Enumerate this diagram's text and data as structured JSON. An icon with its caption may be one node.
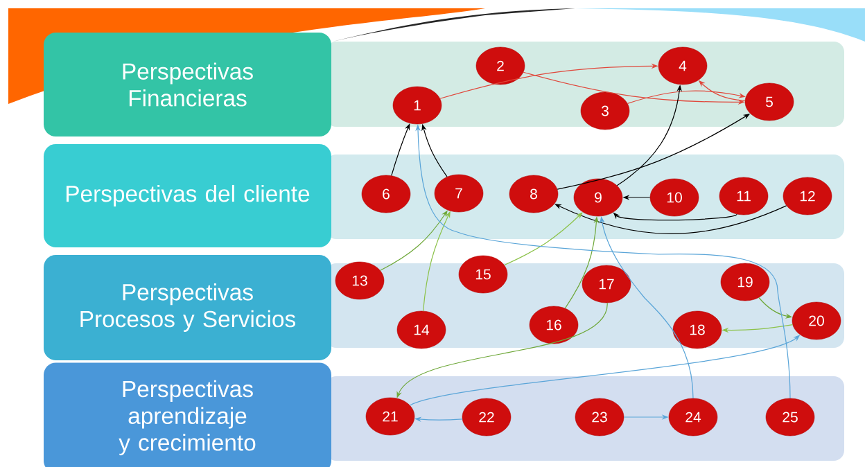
{
  "diagram": {
    "nodes": [
      {
        "text": [
          "Perspectivas Financieras"
        ]
      },
      {
        "text": [
          "Perspectivas del cliente"
        ]
      },
      {
        "text": [
          "Perspectivas Procesos y Servicios"
        ]
      },
      {
        "text": [
          "Perspectivas aprendizaje y crecimiento"
        ]
      },
      {
        "text": [
          "1"
        ]
      },
      {
        "text": [
          "2"
        ]
      },
      {
        "text": [
          "3"
        ]
      },
      {
        "text": [
          "4"
        ]
      },
      {
        "text": [
          "5"
        ]
      },
      {
        "text": [
          "6"
        ]
      },
      {
        "text": [
          "7"
        ]
      },
      {
        "text": [
          "8"
        ]
      },
      {
        "text": [
          "9"
        ]
      },
      {
        "text": [
          "10"
        ]
      },
      {
        "text": [
          "11"
        ]
      },
      {
        "text": [
          "12"
        ]
      },
      {
        "text": [
          "13"
        ]
      },
      {
        "text": [
          "14"
        ]
      },
      {
        "text": [
          "15"
        ]
      },
      {
        "text": [
          "16"
        ]
      },
      {
        "text": [
          "17"
        ]
      },
      {
        "text": [
          "18"
        ]
      },
      {
        "text": [
          "19"
        ]
      },
      {
        "text": [
          "20"
        ]
      },
      {
        "text": [
          "21"
        ]
      },
      {
        "text": [
          "22"
        ]
      },
      {
        "text": [
          "23"
        ]
      },
      {
        "text": [
          "24"
        ]
      },
      {
        "text": [
          "25"
        ]
      }
    ],
    "edges": [
      {
        "from": 4,
        "to": 7,
        "arrow": "to",
        "color": "#e0483c"
      },
      {
        "from": 5,
        "to": 8,
        "arrow": "to",
        "color": "#e0483c"
      },
      {
        "from": 6,
        "to": 8,
        "arrow": "to",
        "color": "#e0483c"
      },
      {
        "from": 8,
        "to": 7,
        "arrow": "to",
        "color": "#e0483c"
      },
      {
        "from": 9,
        "to": 4,
        "arrow": "to"
      },
      {
        "from": 10,
        "to": 4,
        "arrow": "to"
      },
      {
        "from": 12,
        "to": 7,
        "arrow": "to"
      },
      {
        "from": 11,
        "to": 8,
        "arrow": "to"
      },
      {
        "from": 13,
        "to": 12,
        "arrow": "to"
      },
      {
        "from": 14,
        "to": 12,
        "arrow": "to"
      },
      {
        "from": 15,
        "to": 11,
        "arrow": "to"
      },
      {
        "from": 16,
        "to": 10,
        "arrow": "to",
        "color": "#6fa83a"
      },
      {
        "from": 17,
        "to": 10,
        "arrow": "to",
        "color": "#8cc24a"
      },
      {
        "from": 18,
        "to": 12,
        "arrow": "to",
        "color": "#8cc24a"
      },
      {
        "from": 19,
        "to": 12,
        "arrow": "to",
        "color": "#6fa83a"
      },
      {
        "from": 20,
        "to": 24,
        "arrow": "to",
        "color": "#6fa83a"
      },
      {
        "from": 22,
        "to": 23,
        "arrow": "to",
        "color": "#6fa83a"
      },
      {
        "from": 23,
        "to": 21,
        "arrow": "to",
        "color": "#8cc24a"
      },
      {
        "from": 28,
        "to": 4,
        "arrow": "to",
        "color": "#5aa5d8"
      },
      {
        "from": 27,
        "to": 12,
        "arrow": "to",
        "color": "#5aa5d8"
      },
      {
        "from": 24,
        "to": 23,
        "arrow": "to",
        "color": "#5aa5d8"
      },
      {
        "from": 25,
        "to": 24,
        "arrow": "to",
        "color": "#5aa5d8"
      },
      {
        "from": 26,
        "to": 27,
        "arrow": "to",
        "color": "#5aa5d8"
      }
    ]
  }
}
